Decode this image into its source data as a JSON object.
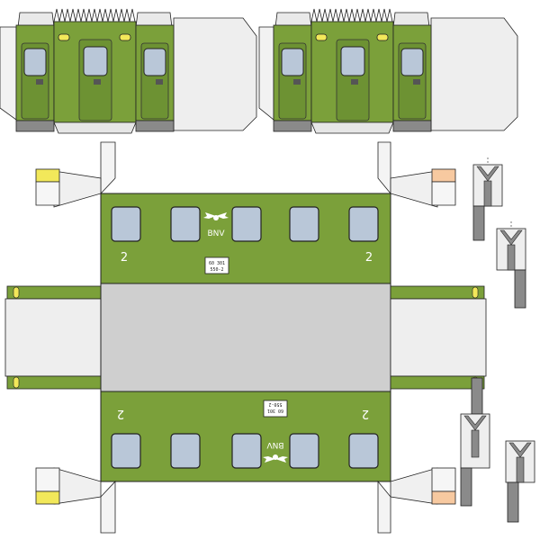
{
  "title": "",
  "colors": {
    "body_green": "#7ba03a",
    "dark_green": "#5f7f2a",
    "window_blue": "#b9c7d8",
    "roof_grey": "#cfcfcf",
    "tab_grey": "#e9e9e9",
    "rail_grey": "#8a8a8a",
    "lamp_yellow": "#f2e85a",
    "lamp_orange": "#f7c9a0",
    "outline": "#222222"
  },
  "side_panels": {
    "class_number": "2",
    "operator_mark": "BNV",
    "plate_line_1": "60 301",
    "plate_line_2": "550-2"
  },
  "icons": {
    "logo": "winged-wheel-icon"
  }
}
